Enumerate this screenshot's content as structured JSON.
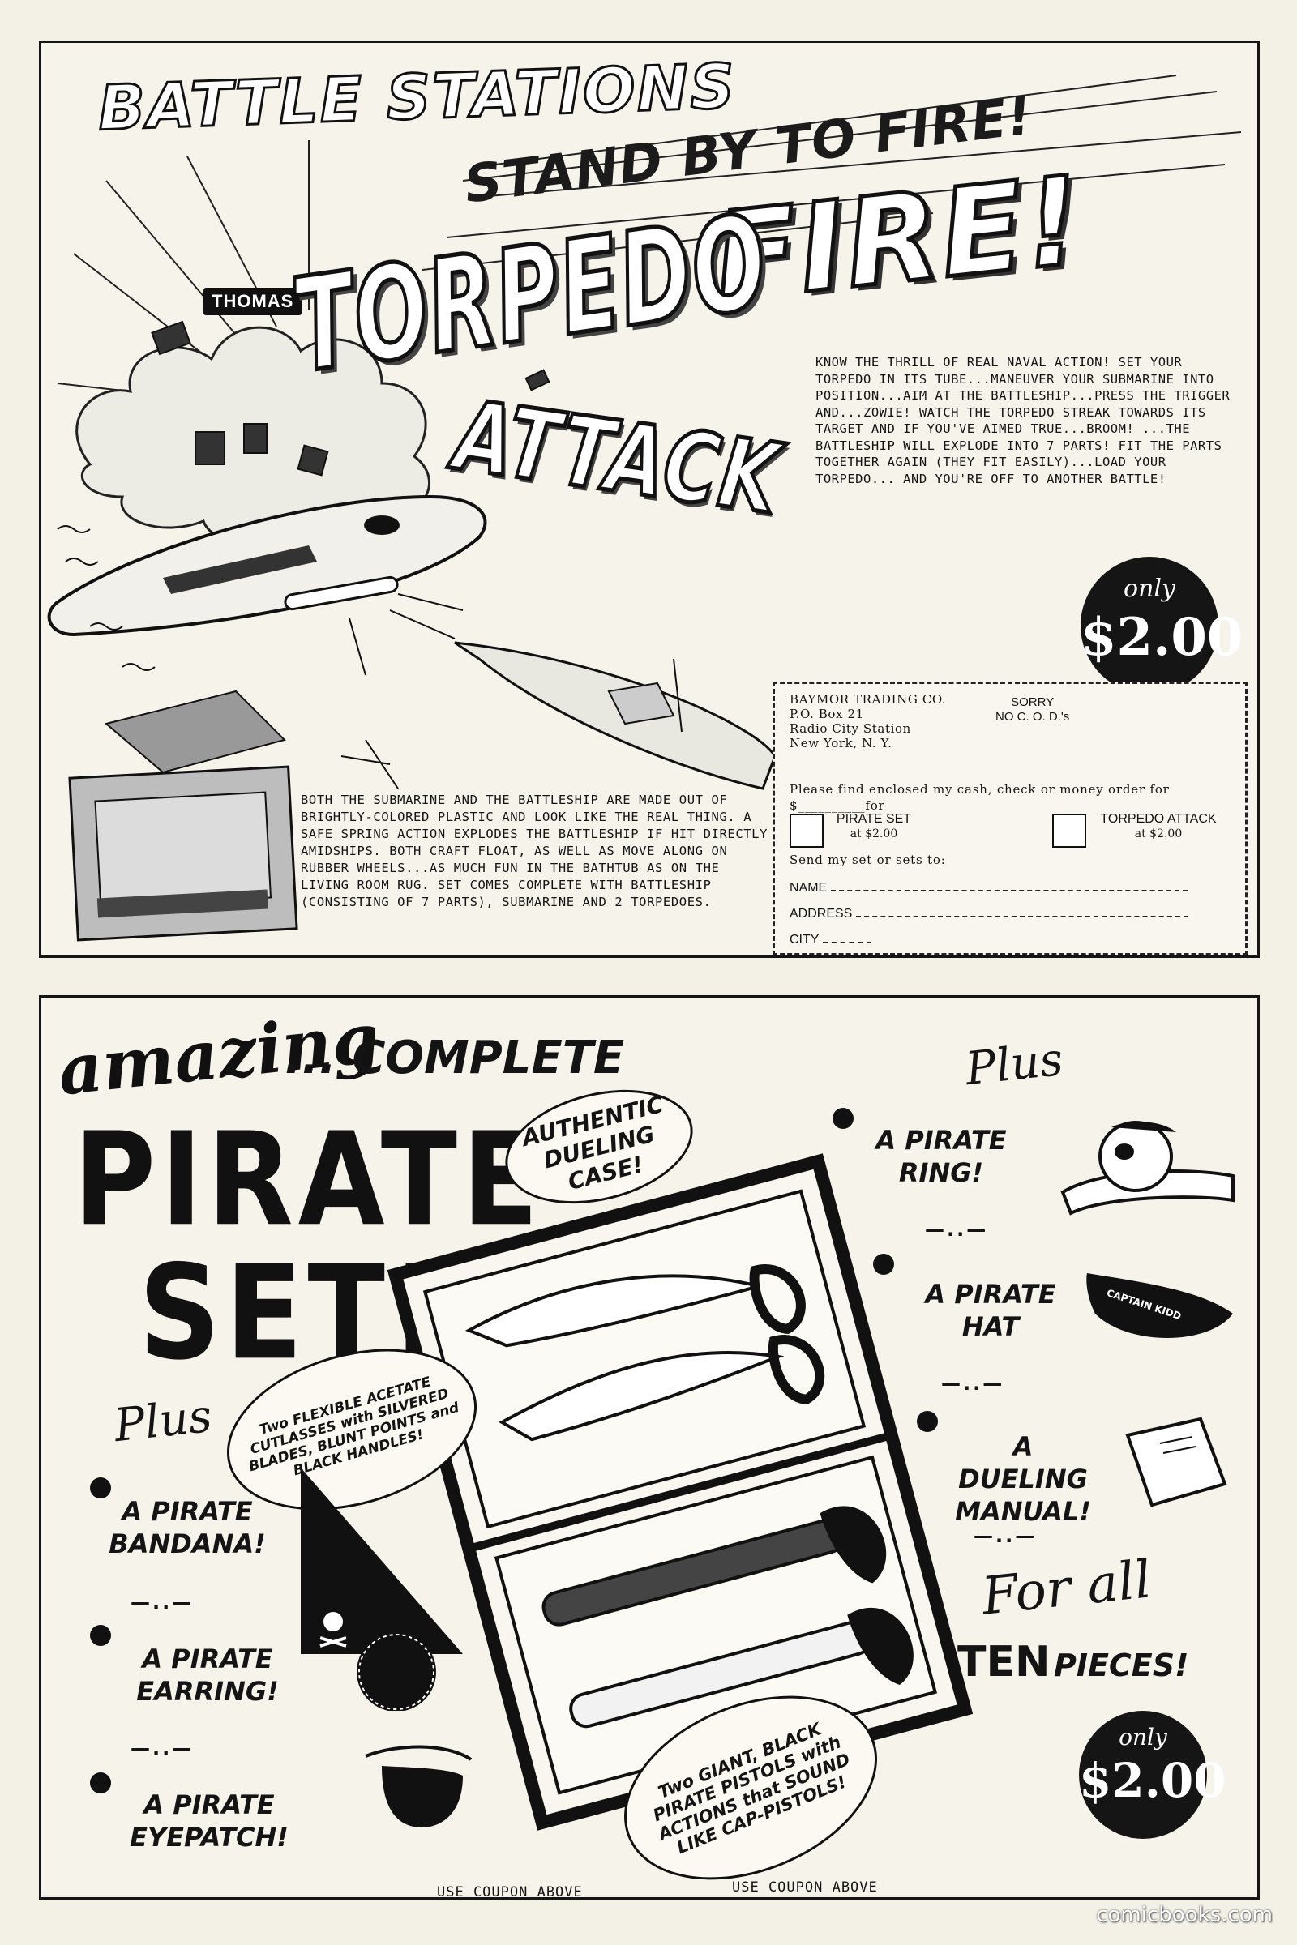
{
  "top_ad": {
    "headline_1": "BATTLE STATIONS",
    "headline_2": "STAND BY TO FIRE!",
    "fire": "FIRE!",
    "brand": "THOMAS",
    "product_line_1": "TORPEDO",
    "product_line_2": "ATTACK",
    "body": "KNOW THE THRILL OF REAL NAVAL ACTION! SET YOUR TORPEDO IN ITS TUBE...MANEUVER YOUR SUBMARINE INTO POSITION...AIM AT THE BATTLESHIP...PRESS THE TRIGGER AND...ZOWIE! WATCH THE TORPEDO STREAK TOWARDS ITS TARGET AND IF YOU'VE AIMED TRUE...BROOM! ...THE BATTLESHIP WILL EXPLODE INTO 7 PARTS! FIT THE PARTS TOGETHER AGAIN (THEY FIT EASILY)...LOAD YOUR TORPEDO... AND YOU'RE OFF TO ANOTHER BATTLE!",
    "price_only": "only",
    "price": "$2.00",
    "details": "BOTH THE SUBMARINE AND THE BATTLESHIP ARE MADE OUT OF BRIGHTLY-COLORED PLASTIC AND LOOK LIKE THE REAL THING. A SAFE SPRING ACTION EXPLODES THE BATTLESHIP IF HIT DIRECTLY AMIDSHIPS. BOTH CRAFT FLOAT, AS WELL AS MOVE ALONG ON RUBBER WHEELS...AS MUCH FUN IN THE BATHTUB AS ON THE LIVING ROOM RUG. SET COMES COMPLETE WITH BATTLESHIP (CONSISTING OF 7 PARTS), SUBMARINE AND 2 TORPEDOES."
  },
  "coupon": {
    "company": "BAYMOR TRADING CO.\nP.O. Box 21\nRadio City Station\nNew York, N. Y.",
    "sorry": "SORRY\nNO C. O. D.'s",
    "instructions": "Please find enclosed my cash, check or money order for $__________for",
    "option_1_name": "PIRATE SET",
    "option_1_price": "at $2.00",
    "option_2_name": "TORPEDO ATTACK",
    "option_2_price": "at $2.00",
    "send_to": "Send my set or sets to:",
    "name_label": "NAME",
    "address_label": "ADDRESS",
    "city_label": "CITY"
  },
  "bottom_ad": {
    "amazing": "amazing",
    "complete": "... COMPLETE",
    "pirate": "PIRATE",
    "set": "SET!",
    "plus": "Plus",
    "case_bubble": "AUTHENTIC DUELING CASE!",
    "cutlass_bubble": "Two FLEXIBLE ACETATE CUTLASSES with SILVERED BLADES, BLUNT POINTS and BLACK HANDLES!",
    "pistol_bubble": "Two GIANT, BLACK PIRATE PISTOLS with ACTIONS that SOUND LIKE CAP-PISTOLS!",
    "left_items": [
      "A PIRATE BANDANA!",
      "A PIRATE EARRING!",
      "A PIRATE EYEPATCH!"
    ],
    "right_items": [
      "A PIRATE RING!",
      "A PIRATE HAT",
      "A DUELING MANUAL!"
    ],
    "separator": "—..—",
    "hat_text": "CAPTAIN KIDD",
    "for_all": "For all",
    "ten": "TEN",
    "pieces": "PIECES!",
    "price_only": "only",
    "price": "$2.00",
    "coupon_ref_1": "USE COUPON ABOVE",
    "coupon_ref_2": "USE COUPON ABOVE"
  },
  "watermark": "comicbooks.com"
}
